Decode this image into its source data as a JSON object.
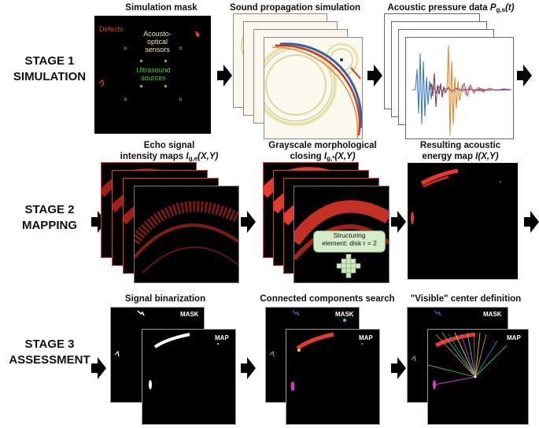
{
  "stages": [
    {
      "line1": "STAGE 1",
      "line2": "SIMULATION"
    },
    {
      "line1": "STAGE 2",
      "line2": "MAPPING"
    },
    {
      "line1": "STAGE 3",
      "line2": "ASSESSMENT"
    }
  ],
  "stage1": {
    "mask_title": "Simulation mask",
    "propagation_title": "Sound propagation simulation",
    "acoustic_title_main": "Acoustic pressure data ",
    "acoustic_title_sym": "P",
    "acoustic_title_sub": "g,s",
    "acoustic_title_tail": "(t)",
    "mask_labels": {
      "defects": "Defects",
      "sensors_line1": "Acousto-",
      "sensors_line2": "optical",
      "sensors_line3": "sensors",
      "sources_line1": "Ultrasound",
      "sources_line2": "sources"
    },
    "colors": {
      "defects": "#e53b2c",
      "sensors": "#f1e6a4",
      "sources": "#3fce3f"
    }
  },
  "stage2": {
    "echo_title_line1": "Echo signal",
    "echo_title_line2": "intensity maps ",
    "echo_sym": "I",
    "echo_sub": "g,e",
    "echo_tail": "(X,Y)",
    "closing_title_line1": "Grayscale morphological",
    "closing_title_line2": "closing ",
    "closing_sym": "I",
    "closing_sub": "g,*",
    "closing_tail": "(X,Y)",
    "energy_title_line1": "Resulting acoustic",
    "energy_title_line2": "energy map ",
    "energy_sym": "I(X,Y)",
    "struct_line1": "Structuring",
    "struct_line2": "element: disk r = 2"
  },
  "stage3": {
    "binarization_title": "Signal binarization",
    "components_title": "Connected components search",
    "visible_title": "\"Visible\" center definition",
    "mask_tag": "MASK",
    "map_tag": "MAP"
  }
}
